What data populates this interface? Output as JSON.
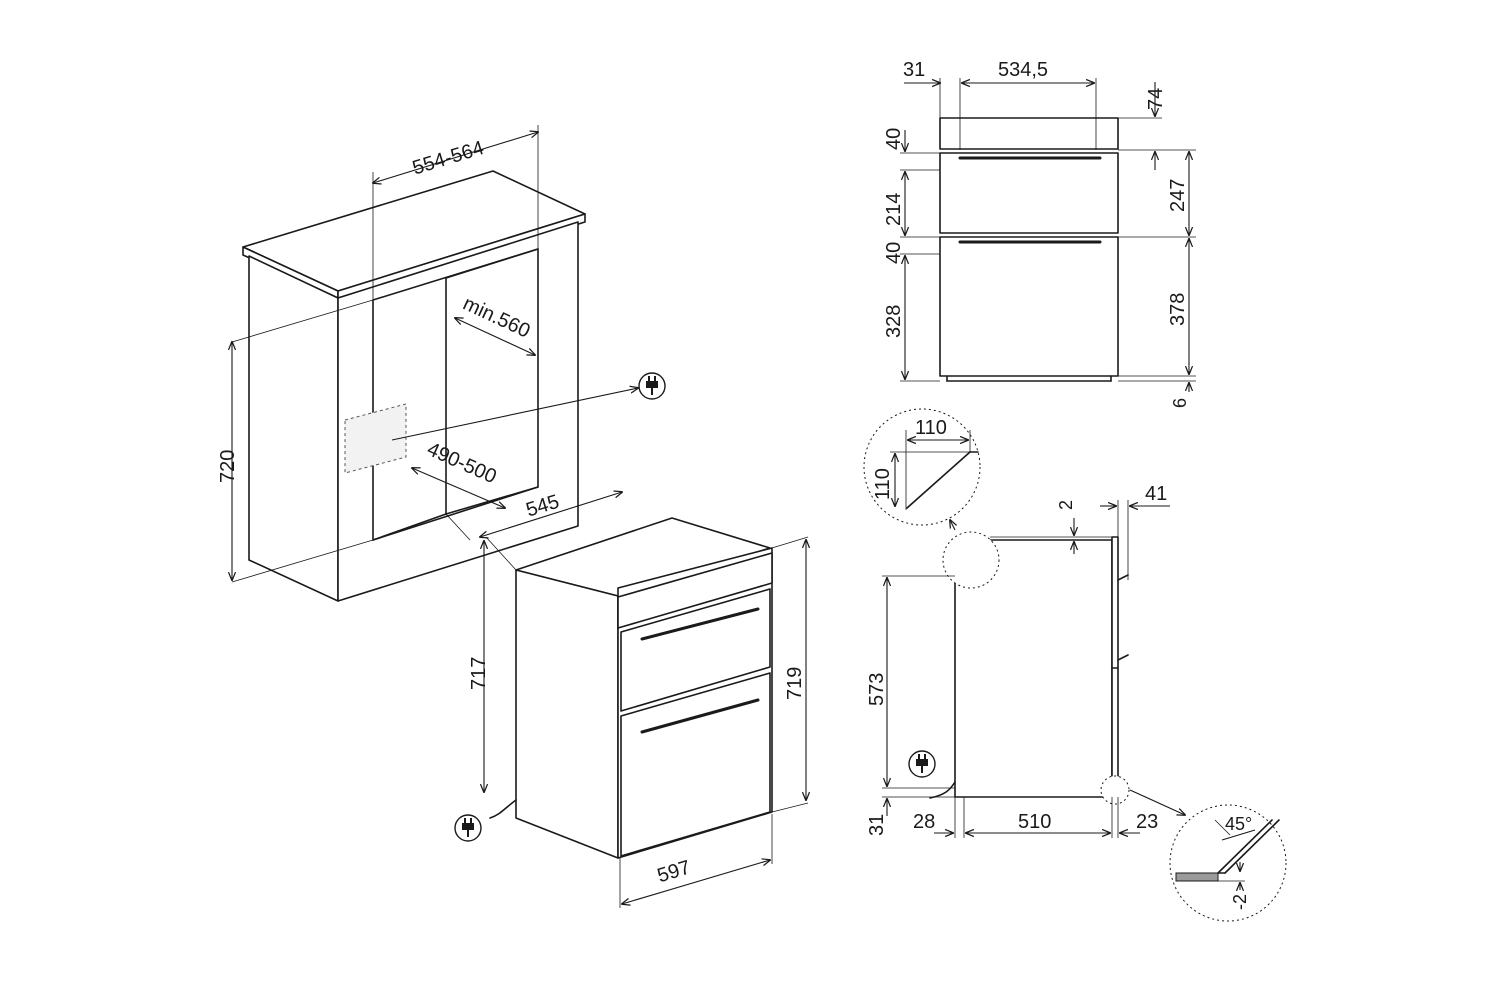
{
  "colors": {
    "line": "#1a1a1a",
    "background": "#ffffff"
  },
  "icons": [
    "plug-icon"
  ],
  "cabinet_view": {
    "width_range": "554-564",
    "depth_min": "min.560",
    "inner_width_range": "490-500",
    "height": "720",
    "depth_top": "545"
  },
  "oven_iso_view": {
    "height_left": "717",
    "height_right": "719",
    "width": "597"
  },
  "front_view": {
    "side_offset": "31",
    "inner_width": "534,5",
    "top_panel": "74",
    "gap_top": "40",
    "upper_door": "214",
    "gap_mid": "40",
    "lower_door": "328",
    "upper_total": "247",
    "lower_total": "378",
    "bottom": "6"
  },
  "side_view": {
    "detail_a_w": "110",
    "detail_a_h": "110",
    "top_offset": "2",
    "front_depth": "41",
    "body_height": "573",
    "bottom_offset": "31",
    "rear": "28",
    "body_depth": "510",
    "front_gap": "23",
    "detail_b_angle": "45°",
    "detail_b_offset": "-2"
  }
}
